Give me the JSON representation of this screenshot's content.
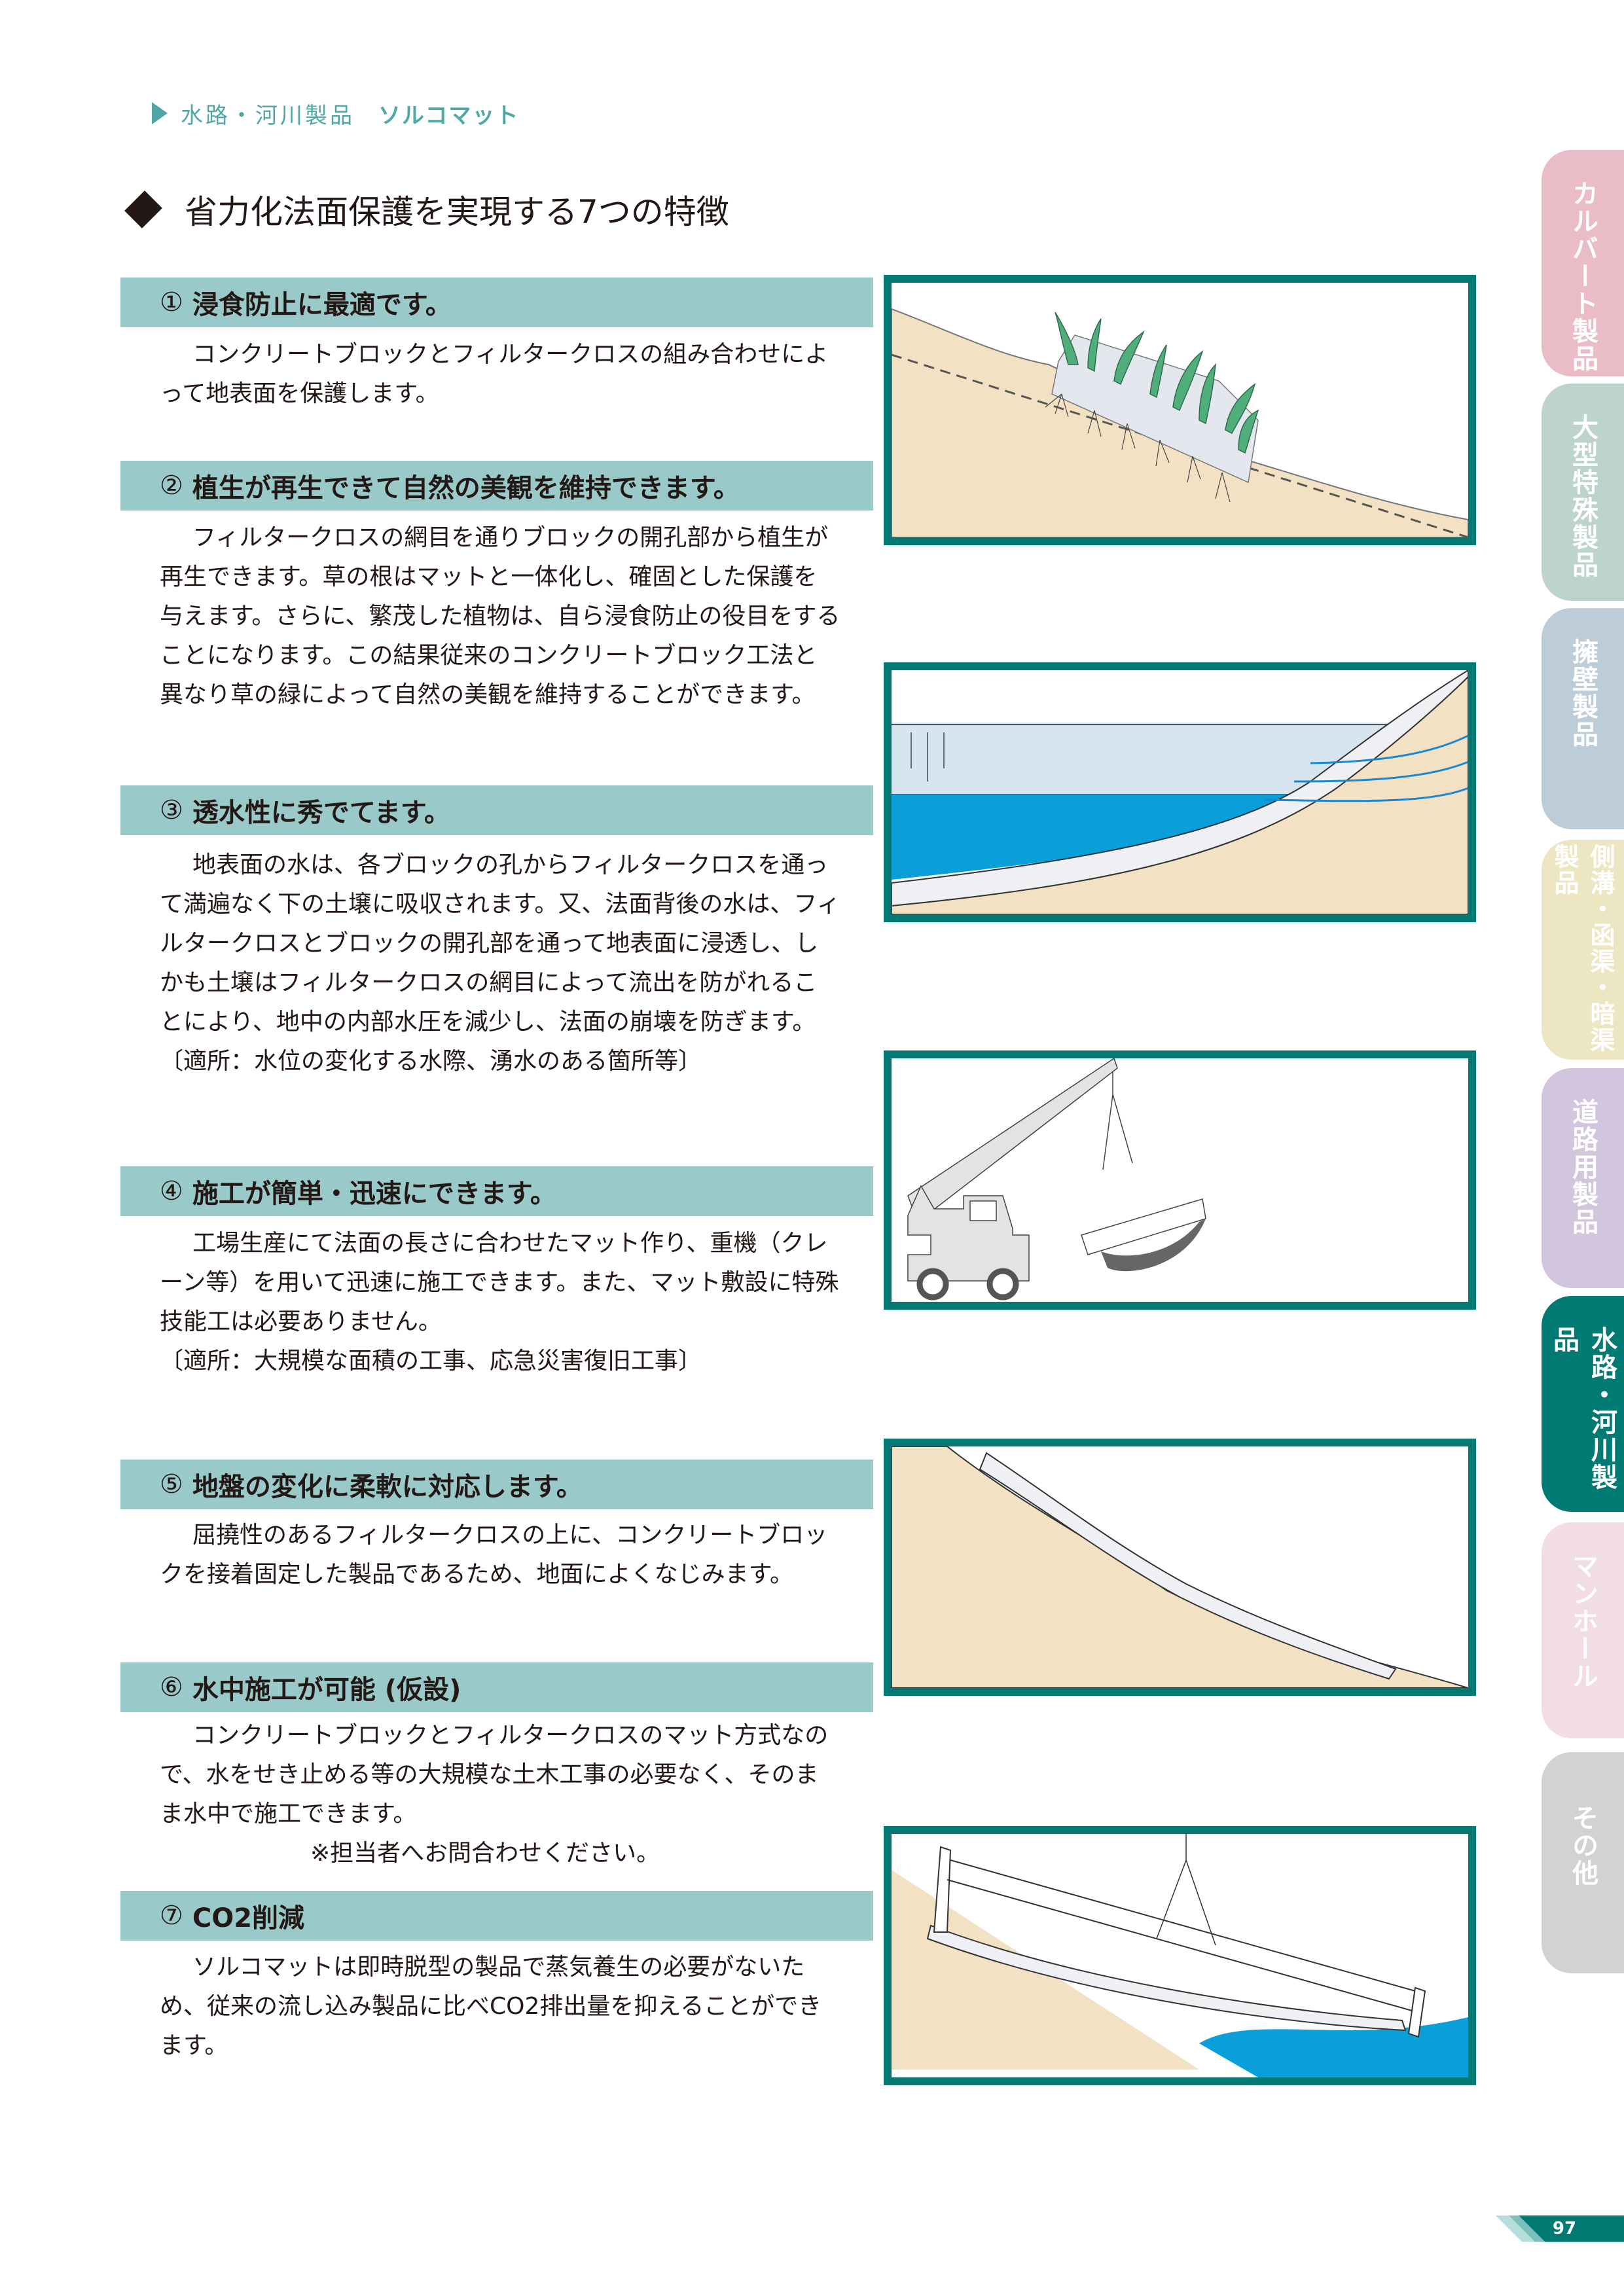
{
  "breadcrumb": {
    "category": "水路・河川製品",
    "product": "ソルコマット"
  },
  "page_title": "省力化法面保護を実現する7つの特徴",
  "sections": [
    {
      "num": "①",
      "title": "浸食防止に最適です。",
      "lines": [
        "コンクリートブロックとフィルタークロスの組み合わせによって地表面を保護します。"
      ]
    },
    {
      "num": "②",
      "title": "植生が再生できて自然の美観を維持できます。",
      "lines": [
        "フィルタークロスの網目を通りブロックの開孔部から植生が再生できます。草の根はマットと一体化し、確固とした保護を与えます。さらに、繁茂した植物は、自ら浸食防止の役目をすることになります。この結果従来のコンクリートブロック工法と異なり草の緑によって自然の美観を維持することができます。"
      ]
    },
    {
      "num": "③",
      "title": "透水性に秀でてます。",
      "lines": [
        "地表面の水は、各ブロックの孔からフィルタークロスを通って満遍なく下の土壌に吸収されます。又、法面背後の水は、フィルタークロスとブロックの開孔部を通って地表面に浸透し、しかも土壌はフィルタークロスの網目によって流出を防がれることにより、地中の内部水圧を減少し、法面の崩壊を防ぎます。"
      ],
      "note": "〔適所：水位の変化する水際、湧水のある箇所等〕"
    },
    {
      "num": "④",
      "title": "施工が簡単・迅速にできます。",
      "lines": [
        "工場生産にて法面の長さに合わせたマット作り、重機（クレーン等）を用いて迅速に施工できます。また、マット敷設に特殊技能工は必要ありません。"
      ],
      "note": "〔適所：大規模な面積の工事、応急災害復旧工事〕"
    },
    {
      "num": "⑤",
      "title": "地盤の変化に柔軟に対応します。",
      "lines": [
        "屈撓性のあるフィルタークロスの上に、コンクリートブロックを接着固定した製品であるため、地面によくなじみます。"
      ]
    },
    {
      "num": "⑥",
      "title": "水中施工が可能 (仮設)",
      "lines": [
        "コンクリートブロックとフィルタークロスのマット方式なので、水をせき止める等の大規模な土木工事の必要なく、そのまま水中で施工できます。"
      ],
      "note": "※担当者へお問合わせください。"
    },
    {
      "num": "⑦",
      "title": "CO2削減",
      "lines": [
        "ソルコマットは即時脱型の製品で蒸気養生の必要がないため、従来の流し込み製品に比べCO2排出量を抑えることができます。"
      ]
    }
  ],
  "figures": [
    {
      "name": "vegetation-regrowth-illustration"
    },
    {
      "name": "water-permeability-illustration"
    },
    {
      "name": "crane-installation-illustration"
    },
    {
      "name": "flexible-ground-illustration"
    },
    {
      "name": "underwater-installation-illustration"
    }
  ],
  "side_tabs": [
    {
      "label": "カルバート製品",
      "color": "#e9bcc8",
      "active": false
    },
    {
      "label": "大型特殊製品",
      "color": "#bcd4cb",
      "active": false
    },
    {
      "label": "擁壁製品",
      "color": "#bccdd8",
      "active": false
    },
    {
      "label": "側溝・函渠・暗渠製品",
      "color": "#ece7c2",
      "active": false
    },
    {
      "label": "道路用製品",
      "color": "#d1c6dd",
      "active": false
    },
    {
      "label": "水路・河川製品",
      "color": "#007a72",
      "active": true
    },
    {
      "label": "マンホール",
      "color": "#f2dde5",
      "active": false
    },
    {
      "label": "その他",
      "color": "#d2d2d3",
      "active": false
    }
  ],
  "page_number": "97",
  "colors": {
    "accent": "#007a72",
    "section_bar": "#99cac9",
    "breadcrumb": "#4fa8a6",
    "soil": "#f3e1c4",
    "water": "#0a9fd8"
  }
}
